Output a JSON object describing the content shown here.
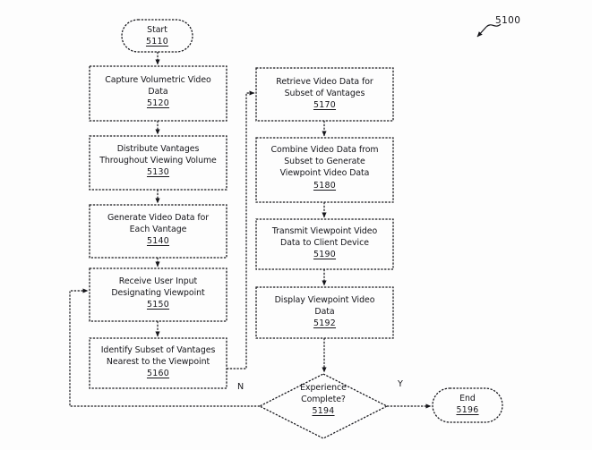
{
  "figure": {
    "reference_numeral": "5100",
    "type": "patent-flowchart"
  },
  "nodes": {
    "start": {
      "shape": "terminator",
      "label": "Start",
      "number": "5110"
    },
    "capture": {
      "shape": "process",
      "line1": "Capture Volumetric Video",
      "line2": "Data",
      "number": "5120"
    },
    "distribute": {
      "shape": "process",
      "line1": "Distribute Vantages",
      "line2": "Throughout Viewing Volume",
      "number": "5130"
    },
    "generate": {
      "shape": "process",
      "line1": "Generate Video Data for",
      "line2": "Each Vantage",
      "number": "5140"
    },
    "receive": {
      "shape": "process",
      "line1": "Receive User Input",
      "line2": "Designating Viewpoint",
      "number": "5150"
    },
    "identify": {
      "shape": "process",
      "line1": "Identify Subset of Vantages",
      "line2": "Nearest to the Viewpoint",
      "number": "5160"
    },
    "retrieve": {
      "shape": "process",
      "line1": "Retrieve Video Data for",
      "line2": "Subset of Vantages",
      "number": "5170"
    },
    "combine": {
      "shape": "process",
      "line1": "Combine Video Data from",
      "line2": "Subset to Generate",
      "line3": "Viewpoint Video Data",
      "number": "5180"
    },
    "transmit": {
      "shape": "process",
      "line1": "Transmit Viewpoint Video",
      "line2": "Data to Client Device",
      "number": "5190"
    },
    "display": {
      "shape": "process",
      "line1": "Display Viewpoint Video",
      "line2": "Data",
      "number": "5192"
    },
    "decision": {
      "shape": "decision",
      "line1": "Experience",
      "line2": "Complete?",
      "number": "5194"
    },
    "end": {
      "shape": "terminator",
      "label": "End",
      "number": "5196"
    }
  },
  "edge_labels": {
    "no_branch": "N",
    "yes_branch": "Y"
  },
  "colors": {
    "ink": "#15151a",
    "background": "#fdfdfd"
  }
}
